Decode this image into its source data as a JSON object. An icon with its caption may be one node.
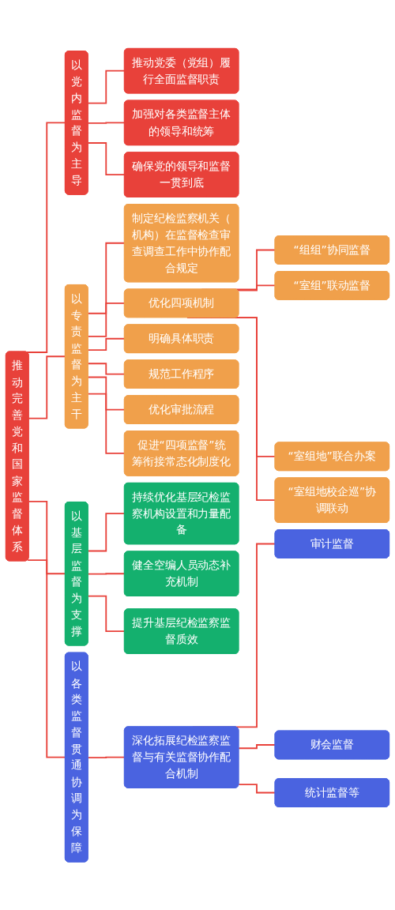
{
  "diagram": {
    "nodes": [
      {
        "text": [
          "推动完善党和国家监督体系"
        ]
      },
      {
        "text": [
          "以党内监督为主导"
        ]
      },
      {
        "text": [
          "推动党委（党组）履行全面监督职责"
        ]
      },
      {
        "text": [
          "加强对各类监督主体的领导和统筹"
        ]
      },
      {
        "text": [
          "确保党的领导和监督一贯到底"
        ]
      },
      {
        "text": [
          "以专责监督为主干"
        ]
      },
      {
        "text": [
          "制定纪检监察机关（机构）在监督检查审查调查工作中协作配合规定"
        ]
      },
      {
        "text": [
          "优化四项机制"
        ]
      },
      {
        "text": [
          "“组组”协同监督"
        ]
      },
      {
        "text": [
          "“室组”联动监督"
        ]
      },
      {
        "text": [
          "“室组地”联合办案"
        ]
      },
      {
        "text": [
          "“室组地校企巡”协调联动"
        ]
      },
      {
        "text": [
          "明确具体职责"
        ]
      },
      {
        "text": [
          "规范工作程序"
        ]
      },
      {
        "text": [
          "优化审批流程"
        ]
      },
      {
        "text": [
          "促进“四项监督”统筹衔接常态化制度化"
        ]
      },
      {
        "text": [
          "以基层监督为支撑"
        ]
      },
      {
        "text": [
          "持续优化基层纪检监察机构设置和力量配备"
        ]
      },
      {
        "text": [
          "健全空编人员动态补充机制"
        ]
      },
      {
        "text": [
          "提升基层纪检监察监督质效"
        ]
      },
      {
        "text": [
          "以各类监督贯通协调为保障"
        ]
      },
      {
        "text": [
          "深化拓展纪检监察监督与有关监督协作配合机制"
        ]
      },
      {
        "text": [
          "审计监督"
        ]
      },
      {
        "text": [
          "财会监督"
        ]
      },
      {
        "text": [
          "统计监督等"
        ]
      }
    ],
    "edges": [
      {
        "from": 0,
        "to": 1,
        "arrow": "none"
      },
      {
        "from": 1,
        "to": 2,
        "arrow": "none"
      },
      {
        "from": 1,
        "to": 3,
        "arrow": "none"
      },
      {
        "from": 1,
        "to": 4,
        "arrow": "none"
      },
      {
        "from": 0,
        "to": 5,
        "arrow": "none"
      },
      {
        "from": 5,
        "to": 6,
        "arrow": "none"
      },
      {
        "from": 5,
        "to": 7,
        "arrow": "none"
      },
      {
        "from": 7,
        "to": 8,
        "arrow": "none"
      },
      {
        "from": 7,
        "to": 9,
        "arrow": "none"
      },
      {
        "from": 7,
        "to": 10,
        "arrow": "none"
      },
      {
        "from": 7,
        "to": 11,
        "arrow": "none"
      },
      {
        "from": 5,
        "to": 12,
        "arrow": "none"
      },
      {
        "from": 5,
        "to": 13,
        "arrow": "none"
      },
      {
        "from": 5,
        "to": 14,
        "arrow": "none"
      },
      {
        "from": 5,
        "to": 15,
        "arrow": "none"
      },
      {
        "from": 0,
        "to": 16,
        "arrow": "none"
      },
      {
        "from": 16,
        "to": 17,
        "arrow": "none"
      },
      {
        "from": 16,
        "to": 18,
        "arrow": "none"
      },
      {
        "from": 16,
        "to": 19,
        "arrow": "none"
      },
      {
        "from": 0,
        "to": 20,
        "arrow": "none"
      },
      {
        "from": 20,
        "to": 21,
        "arrow": "none"
      },
      {
        "from": 21,
        "to": 22,
        "arrow": "none"
      },
      {
        "from": 21,
        "to": 23,
        "arrow": "none"
      },
      {
        "from": 21,
        "to": 24,
        "arrow": "none"
      }
    ]
  }
}
